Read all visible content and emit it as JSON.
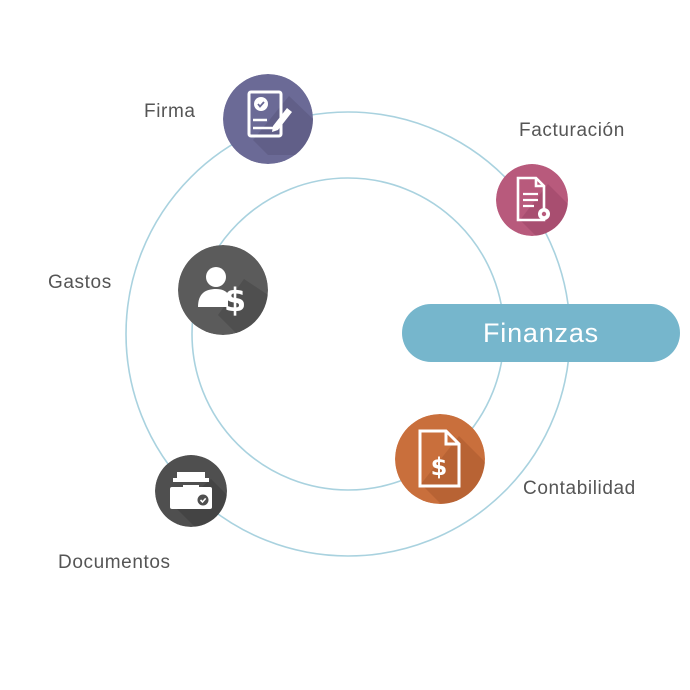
{
  "center": {
    "label": "Finanzas",
    "color": "#76b6cc"
  },
  "ring_color": "#a9d2df",
  "nodes": [
    {
      "id": "firma",
      "label": "Firma",
      "icon": "signed-document-pen-icon",
      "color": "#6b6a96"
    },
    {
      "id": "facturacion",
      "label": "Facturación",
      "icon": "invoice-settings-icon",
      "color": "#b85a7c"
    },
    {
      "id": "gastos",
      "label": "Gastos",
      "icon": "user-dollar-icon",
      "color": "#5b5b5b"
    },
    {
      "id": "contabilidad",
      "label": "Contabilidad",
      "icon": "dollar-document-icon",
      "color": "#c96f3c"
    },
    {
      "id": "documentos",
      "label": "Documentos",
      "icon": "archive-tray-check-icon",
      "color": "#4f4f4f"
    }
  ]
}
